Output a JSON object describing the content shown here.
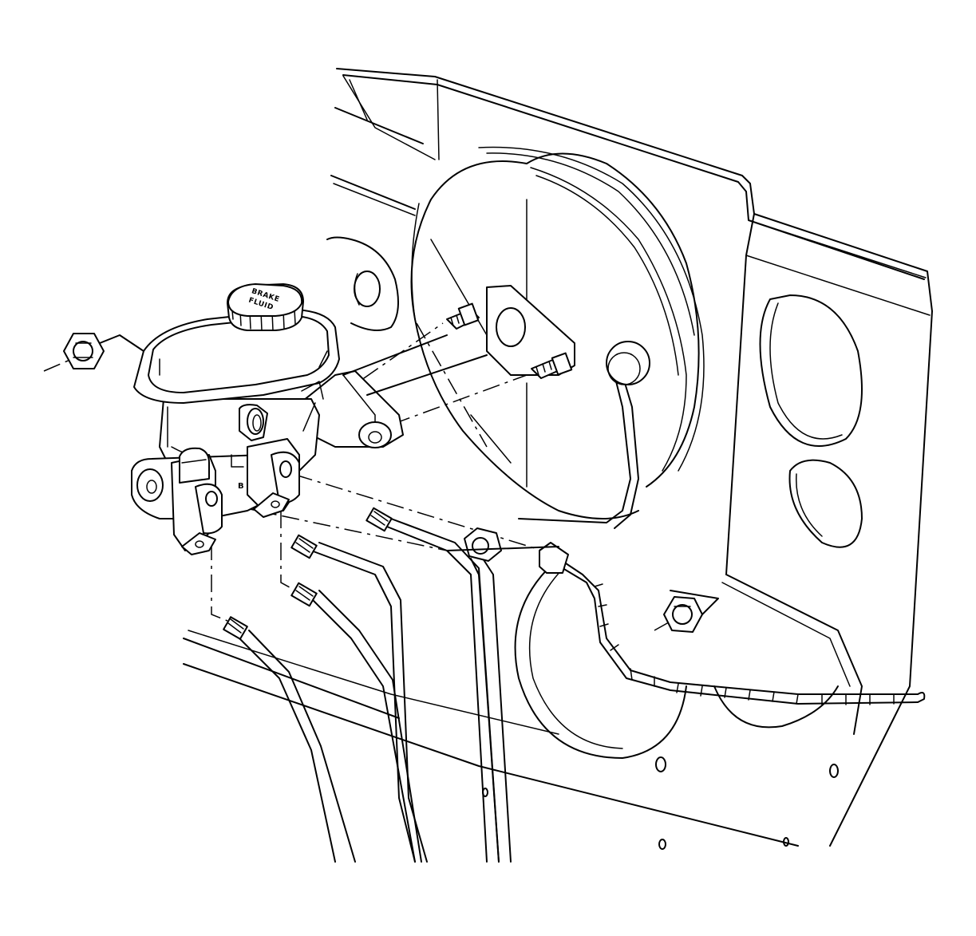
{
  "diagram": {
    "reservoir_cap": {
      "line1": "BRAKE",
      "line2": "FLUID"
    },
    "port_label": "B"
  }
}
